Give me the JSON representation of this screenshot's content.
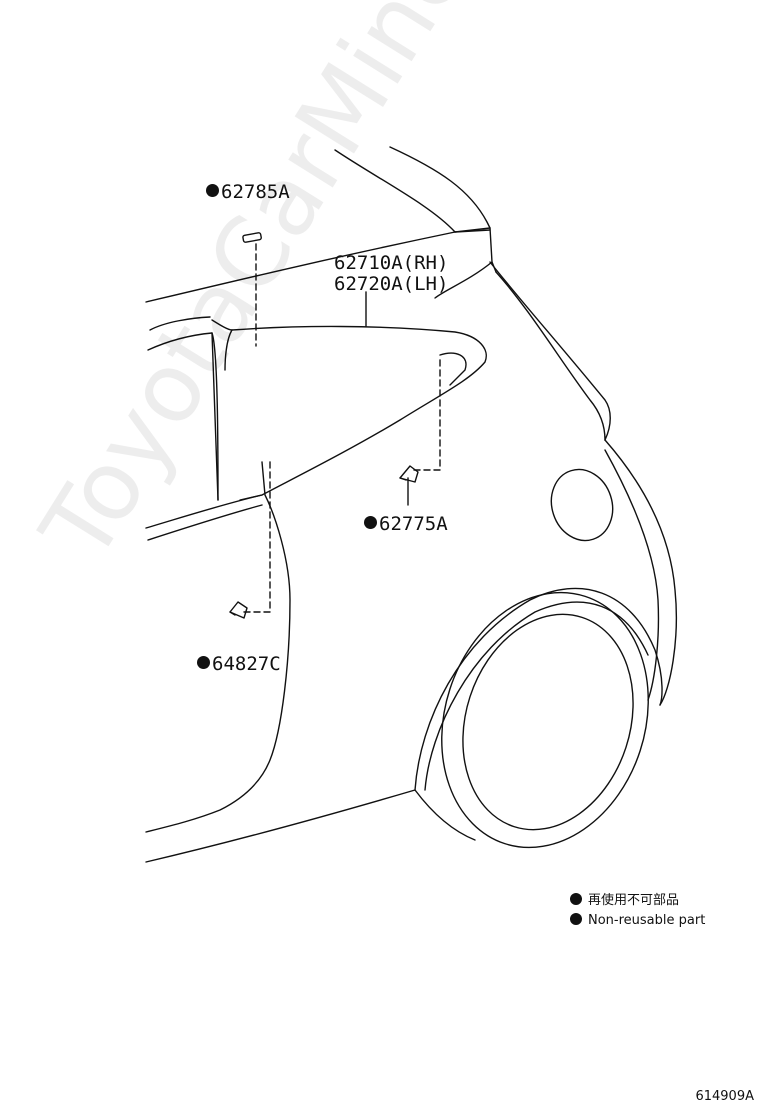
{
  "parts": {
    "p62785": "62785A",
    "p62710_rh": "62710A(RH)",
    "p62720_lh": "62720A(LH)",
    "p62775": "62775A",
    "p64827": "64827C"
  },
  "legend": {
    "jp": "再使用不可部品",
    "en": "Non-reusable part"
  },
  "watermark": "ToyotaCarMine.ru",
  "reference": "614909A",
  "colors": {
    "line": "#111111",
    "marker": "#111111"
  }
}
